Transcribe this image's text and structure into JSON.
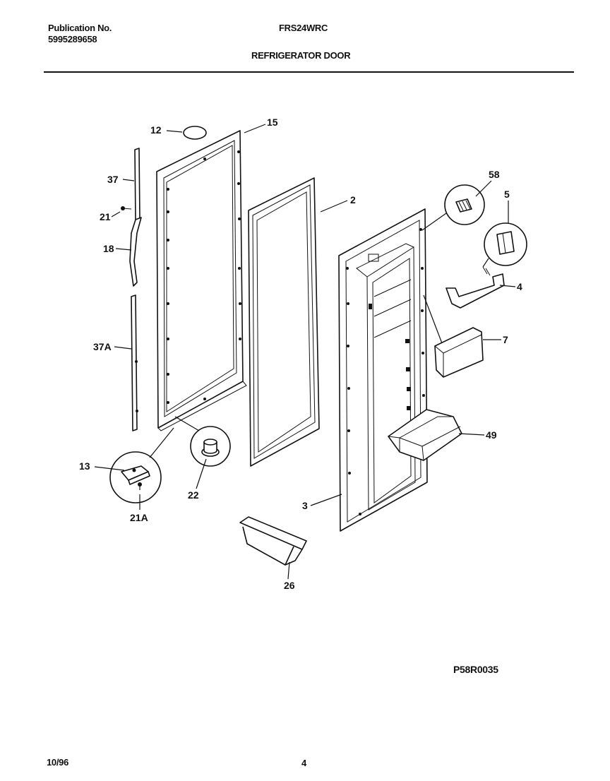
{
  "header": {
    "publication_label": "Publication No.",
    "publication_number": "5995289658",
    "model": "FRS24WRC",
    "section_title": "REFRIGERATOR DOOR"
  },
  "callouts": [
    "12",
    "15",
    "37",
    "21",
    "18",
    "37A",
    "2",
    "58",
    "5",
    "4",
    "7",
    "49",
    "3",
    "13",
    "22",
    "21A",
    "26"
  ],
  "figure_code": "P58R0035",
  "footer": {
    "date": "10/96",
    "page_number": "4"
  }
}
